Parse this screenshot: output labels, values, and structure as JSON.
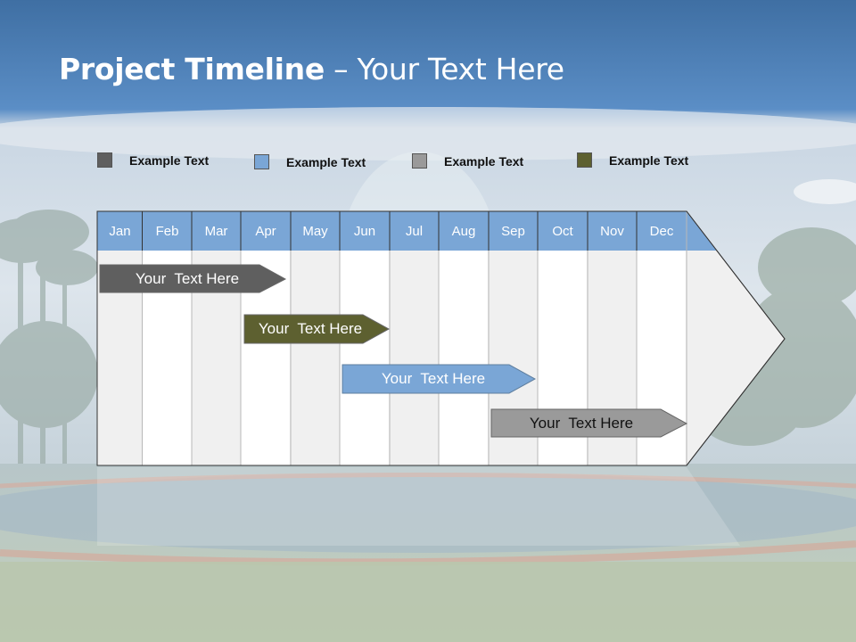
{
  "title": {
    "bold": "Project Timeline",
    "rest": " – Your Text Here"
  },
  "legend": [
    {
      "label": "Example Text",
      "color": "#5f5f5f"
    },
    {
      "label": "Example Text",
      "color": "#7aa6d6"
    },
    {
      "label": "Example Text",
      "color": "#9a9a9a"
    },
    {
      "label": "Example Text",
      "color": "#5d6030"
    }
  ],
  "months": [
    "Jan",
    "Feb",
    "Mar",
    "Apr",
    "May",
    "Jun",
    "Jul",
    "Aug",
    "Sep",
    "Oct",
    "Nov",
    "Dec"
  ],
  "bars": [
    {
      "label": "Your  Text Here",
      "color": "#5f5f5f",
      "text_color": "#ffffff"
    },
    {
      "label": "Your  Text Here",
      "color": "#5d6030",
      "text_color": "#ffffff"
    },
    {
      "label": "Your  Text Here",
      "color": "#7aa6d6",
      "text_color": "#ffffff"
    },
    {
      "label": "Your  Text Here",
      "color": "#9a9a9a",
      "text_color": "#111111"
    }
  ],
  "colors": {
    "header": "#7aa6d6",
    "sky_top": "#4a7fb5"
  }
}
